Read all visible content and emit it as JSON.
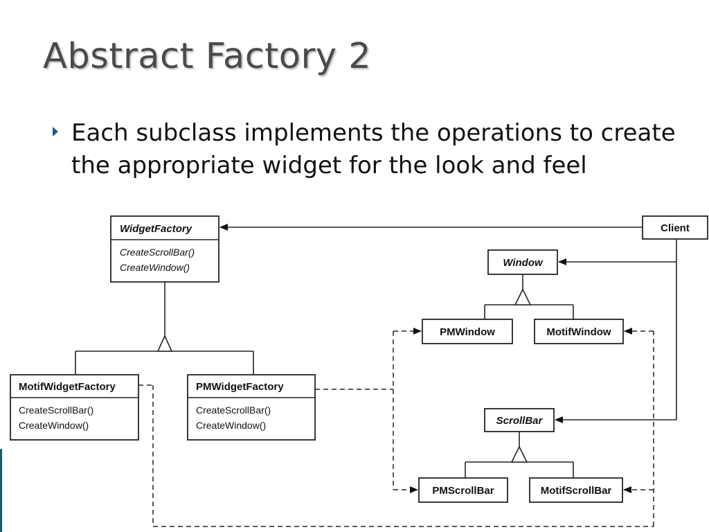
{
  "slide": {
    "title": "Abstract Factory 2",
    "bullet": "Each subclass implements the operations to create the appropriate widget for the look and feel"
  },
  "diagram": {
    "classes": {
      "widget_factory": {
        "name": "WidgetFactory",
        "ops": [
          "CreateScrollBar()",
          "CreateWindow()"
        ]
      },
      "motif_widget_factory": {
        "name": "MotifWidgetFactory",
        "ops": [
          "CreateScrollBar()",
          "CreateWindow()"
        ]
      },
      "pm_widget_factory": {
        "name": "PMWidgetFactory",
        "ops": [
          "CreateScrollBar()",
          "CreateWindow()"
        ]
      },
      "client": {
        "name": "Client"
      },
      "window": {
        "name": "Window"
      },
      "pm_window": {
        "name": "PMWindow"
      },
      "motif_window": {
        "name": "MotifWindow"
      },
      "scroll_bar": {
        "name": "ScrollBar"
      },
      "pm_scroll_bar": {
        "name": "PMScrollBar"
      },
      "motif_scroll_bar": {
        "name": "MotifScrollBar"
      }
    }
  },
  "colors": {
    "title": "#4a4a4a",
    "bullet_marker": "#1e5f8a",
    "accent_bar": "#1a5a6e"
  }
}
